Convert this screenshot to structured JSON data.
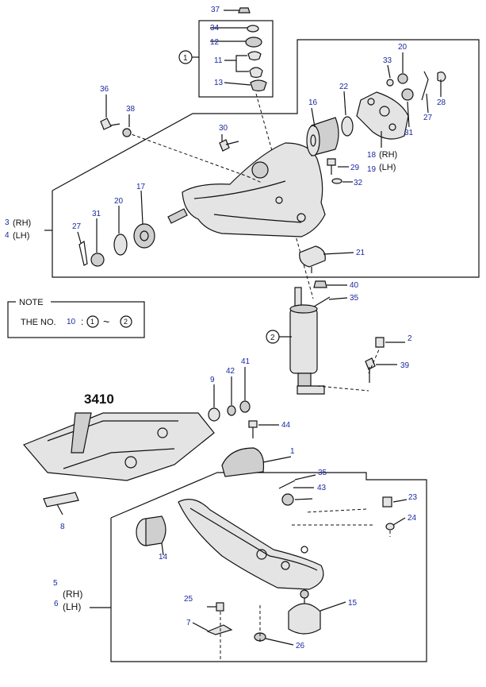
{
  "callouts": {
    "c1": "1",
    "c2": "2",
    "c3": "3",
    "c4": "4",
    "c5": "5",
    "c6": "6",
    "c7": "7",
    "c8": "8",
    "c9": "9",
    "c10": "10",
    "c11": "11",
    "c12": "12",
    "c13": "13",
    "c14": "14",
    "c15": "15",
    "c16": "16",
    "c17": "17",
    "c18": "18",
    "c19": "19",
    "c20a": "20",
    "c20b": "20",
    "c21": "21",
    "c22": "22",
    "c23": "23",
    "c24": "24",
    "c25": "25",
    "c26": "26",
    "c27a": "27",
    "c27b": "27",
    "c28": "28",
    "c29": "29",
    "c30": "30",
    "c31a": "31",
    "c31b": "31",
    "c32": "32",
    "c33": "33",
    "c34": "34",
    "c35a": "35",
    "c35b": "35",
    "c36": "36",
    "c37": "37",
    "c38": "38",
    "c39": "39",
    "c40": "40",
    "c41": "41",
    "c42": "42",
    "c43": "43",
    "c44": "44"
  },
  "side_labels": {
    "rh": "(RH)",
    "lh": "(LH)"
  },
  "circled": {
    "one": "1",
    "two": "2"
  },
  "note": {
    "title": "NOTE",
    "prefix": "THE NO.",
    "ref": "10",
    "sep": ":",
    "tilde": "~",
    "from": "1",
    "to": "2"
  },
  "frame_ref": "3410"
}
